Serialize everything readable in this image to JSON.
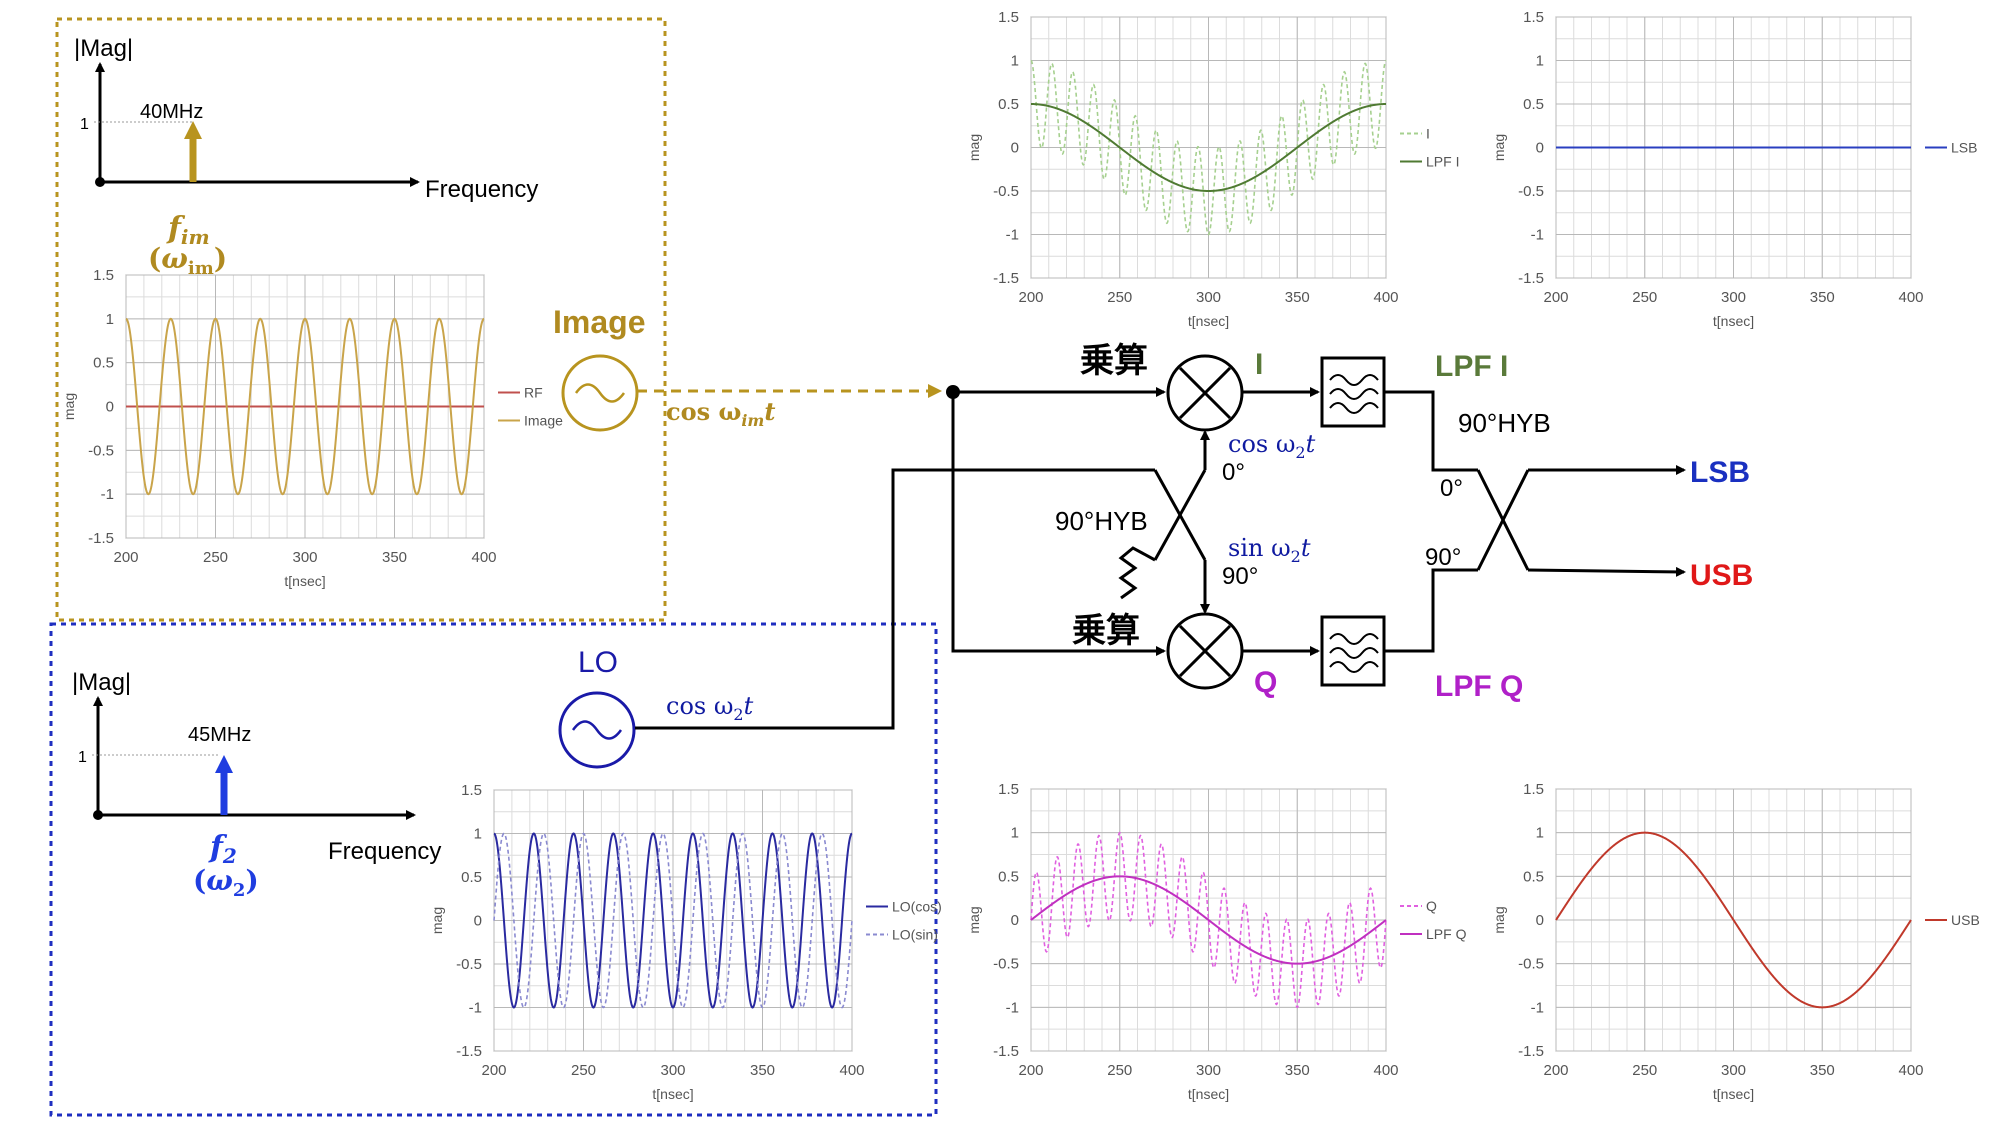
{
  "colors": {
    "image": "#b8941f",
    "image_text": "#b08a20",
    "lo": "#1a1aa8",
    "lo_arrow": "#1f3de0",
    "blue_label": "#0f1aa0",
    "i_green": "#5a7a3a",
    "q_magenta": "#b020c8",
    "lsb": "#1a30c0",
    "usb": "#e01818",
    "black": "#000000"
  },
  "image_spectrum": {
    "axis_y": "|Mag|",
    "tick_one": "1",
    "freq_label": "40MHz",
    "axis_x": "Frequency",
    "sym_f": "f",
    "sym_f_sub": "im",
    "sym_w_open": "(",
    "sym_w": "ω",
    "sym_w_sub": "im",
    "sym_w_close": ")"
  },
  "lo_spectrum": {
    "axis_y": "|Mag|",
    "tick_one": "1",
    "freq_label": "45MHz",
    "axis_x": "Frequency",
    "sym_f": "f",
    "sym_f_sub": "2",
    "sym_w_open": "(",
    "sym_w": "ω",
    "sym_w_sub": "2",
    "sym_w_close": ")"
  },
  "sources": {
    "image_title": "Image",
    "image_signal": "cos ω",
    "image_signal_sub": "im",
    "image_signal_t": "t",
    "lo_title": "LO",
    "lo_signal": "cos ω",
    "lo_signal_sub": "2",
    "lo_signal_t": "t"
  },
  "block": {
    "mixer_top_label": "乗算",
    "mixer_bottom_label": "乗算",
    "i_label": "I",
    "q_label": "Q",
    "lpf_i_label": "LPF I",
    "lpf_q_label": "LPF Q",
    "hyb_left_label": "90°HYB",
    "hyb_right_label": "90°HYB",
    "cos_label": "cos ω",
    "cos_sub": "2",
    "cos_t": "t",
    "cos_phase": "0°",
    "sin_label": "sin ω",
    "sin_sub": "2",
    "sin_t": "t",
    "sin_phase": "90°",
    "right_zero": "0°",
    "right_ninety": "90°",
    "lsb_label": "LSB",
    "usb_label": "USB"
  },
  "chart_data": [
    {
      "id": "image_rf",
      "type": "line",
      "xlabel": "t[nsec]",
      "ylabel": "mag",
      "xlim": [
        200,
        400
      ],
      "ylim": [
        -1.5,
        1.5
      ],
      "xticks": [
        "200",
        "250",
        "300",
        "350",
        "400"
      ],
      "yticks": [
        "1.5",
        "1",
        "0.5",
        "0",
        "-0.5",
        "-1",
        "-1.5"
      ],
      "grid": true,
      "legend_position": "right",
      "series": [
        {
          "name": "RF",
          "formula": "0",
          "color": "#c0504d",
          "dash": "solid"
        },
        {
          "name": "Image",
          "formula": "cos(2π·0.04·t)",
          "color": "#c9a44a",
          "dash": "solid"
        }
      ]
    },
    {
      "id": "lo",
      "type": "line",
      "xlabel": "t[nsec]",
      "ylabel": "mag",
      "xlim": [
        200,
        400
      ],
      "ylim": [
        -1.5,
        1.5
      ],
      "xticks": [
        "200",
        "250",
        "300",
        "350",
        "400"
      ],
      "yticks": [
        "1.5",
        "1",
        "0.5",
        "0",
        "-0.5",
        "-1",
        "-1.5"
      ],
      "grid": true,
      "legend_position": "right",
      "series": [
        {
          "name": "LO(cos)",
          "formula": "cos(2π·0.045·t)",
          "color": "#2a2aa0",
          "dash": "solid"
        },
        {
          "name": "LO(sin)",
          "formula": "sin(2π·0.045·t)",
          "color": "#8a8ad0",
          "dash": "dashed"
        }
      ]
    },
    {
      "id": "i",
      "type": "line",
      "xlabel": "t[nsec]",
      "ylabel": "mag",
      "xlim": [
        200,
        400
      ],
      "ylim": [
        -1.5,
        1.5
      ],
      "xticks": [
        "200",
        "250",
        "300",
        "350",
        "400"
      ],
      "yticks": [
        "1.5",
        "1",
        "0.5",
        "0",
        "-0.5",
        "-1",
        "-1.5"
      ],
      "grid": true,
      "legend_position": "right",
      "series": [
        {
          "name": "I",
          "formula": "cos(2π·0.04·t)·cos(2π·0.045·t)",
          "color": "#a6d08f",
          "dash": "dashed"
        },
        {
          "name": "LPF I",
          "formula": "0.5·cos(2π·0.005·t)",
          "color": "#4f7a32",
          "dash": "solid"
        }
      ]
    },
    {
      "id": "q",
      "type": "line",
      "xlabel": "t[nsec]",
      "ylabel": "mag",
      "xlim": [
        200,
        400
      ],
      "ylim": [
        -1.5,
        1.5
      ],
      "xticks": [
        "200",
        "250",
        "300",
        "350",
        "400"
      ],
      "yticks": [
        "1.5",
        "1",
        "0.5",
        "0",
        "-0.5",
        "-1",
        "-1.5"
      ],
      "grid": true,
      "legend_position": "right",
      "series": [
        {
          "name": "Q",
          "formula": "cos(2π·0.04·t)·sin(2π·0.045·t)",
          "color": "#e060e0",
          "dash": "dashed"
        },
        {
          "name": "LPF Q",
          "formula": "0.5·sin(2π·0.005·t)",
          "color": "#c030c0",
          "dash": "solid"
        }
      ]
    },
    {
      "id": "lsb",
      "type": "line",
      "xlabel": "t[nsec]",
      "ylabel": "mag",
      "xlim": [
        200,
        400
      ],
      "ylim": [
        -1.5,
        1.5
      ],
      "xticks": [
        "200",
        "250",
        "300",
        "350",
        "400"
      ],
      "yticks": [
        "1.5",
        "1",
        "0.5",
        "0",
        "-0.5",
        "-1",
        "-1.5"
      ],
      "grid": true,
      "legend_position": "right",
      "series": [
        {
          "name": "LSB",
          "formula": "0",
          "color": "#2a3fc0",
          "dash": "solid"
        }
      ]
    },
    {
      "id": "usb",
      "type": "line",
      "xlabel": "t[nsec]",
      "ylabel": "mag",
      "xlim": [
        200,
        400
      ],
      "ylim": [
        -1.5,
        1.5
      ],
      "xticks": [
        "200",
        "250",
        "300",
        "350",
        "400"
      ],
      "yticks": [
        "1.5",
        "1",
        "0.5",
        "0",
        "-0.5",
        "-1",
        "-1.5"
      ],
      "grid": true,
      "legend_position": "right",
      "series": [
        {
          "name": "USB",
          "formula": "sin(2π·0.005·t)",
          "color": "#c0392b",
          "dash": "solid"
        }
      ]
    }
  ]
}
